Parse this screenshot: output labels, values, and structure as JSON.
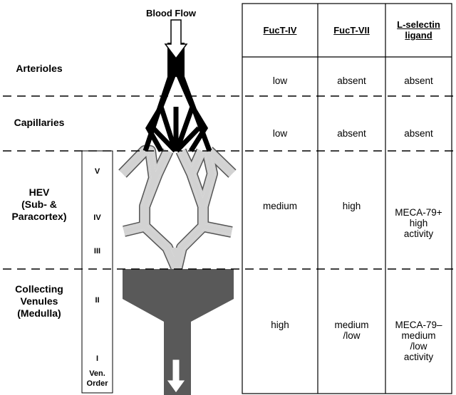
{
  "blood_flow_label": "Blood Flow",
  "regions": {
    "arterioles": "Arterioles",
    "capillaries": "Capillaries",
    "hev": [
      "HEV",
      "(Sub- &",
      "Paracortex)"
    ],
    "collecting": [
      "Collecting",
      "Venules",
      "(Medulla)"
    ]
  },
  "venule_orders": {
    "v": "V",
    "iv": "IV",
    "iii": "III",
    "ii": "II",
    "i": "I",
    "caption": [
      "Ven.",
      "Order"
    ]
  },
  "table": {
    "headers": {
      "fuct4": "FucT-IV",
      "fuct7": "FucT-VII",
      "lsel": [
        "L-selectin",
        "ligand"
      ]
    },
    "rows": [
      {
        "fuct4": "low",
        "fuct7": "absent",
        "lsel": [
          "absent"
        ]
      },
      {
        "fuct4": "low",
        "fuct7": "absent",
        "lsel": [
          "absent"
        ]
      },
      {
        "fuct4": "medium",
        "fuct7": "high",
        "lsel": [
          "MECA-79+",
          "high",
          "activity"
        ]
      },
      {
        "fuct4": "high",
        "fuct7": [
          "medium",
          "/low"
        ],
        "lsel": [
          "MECA-79–",
          "medium",
          "/low",
          "activity"
        ]
      }
    ]
  },
  "colors": {
    "arterial": "#000000",
    "hev": "#d2d2d2",
    "collecting": "#595959",
    "outline": "#555555"
  }
}
